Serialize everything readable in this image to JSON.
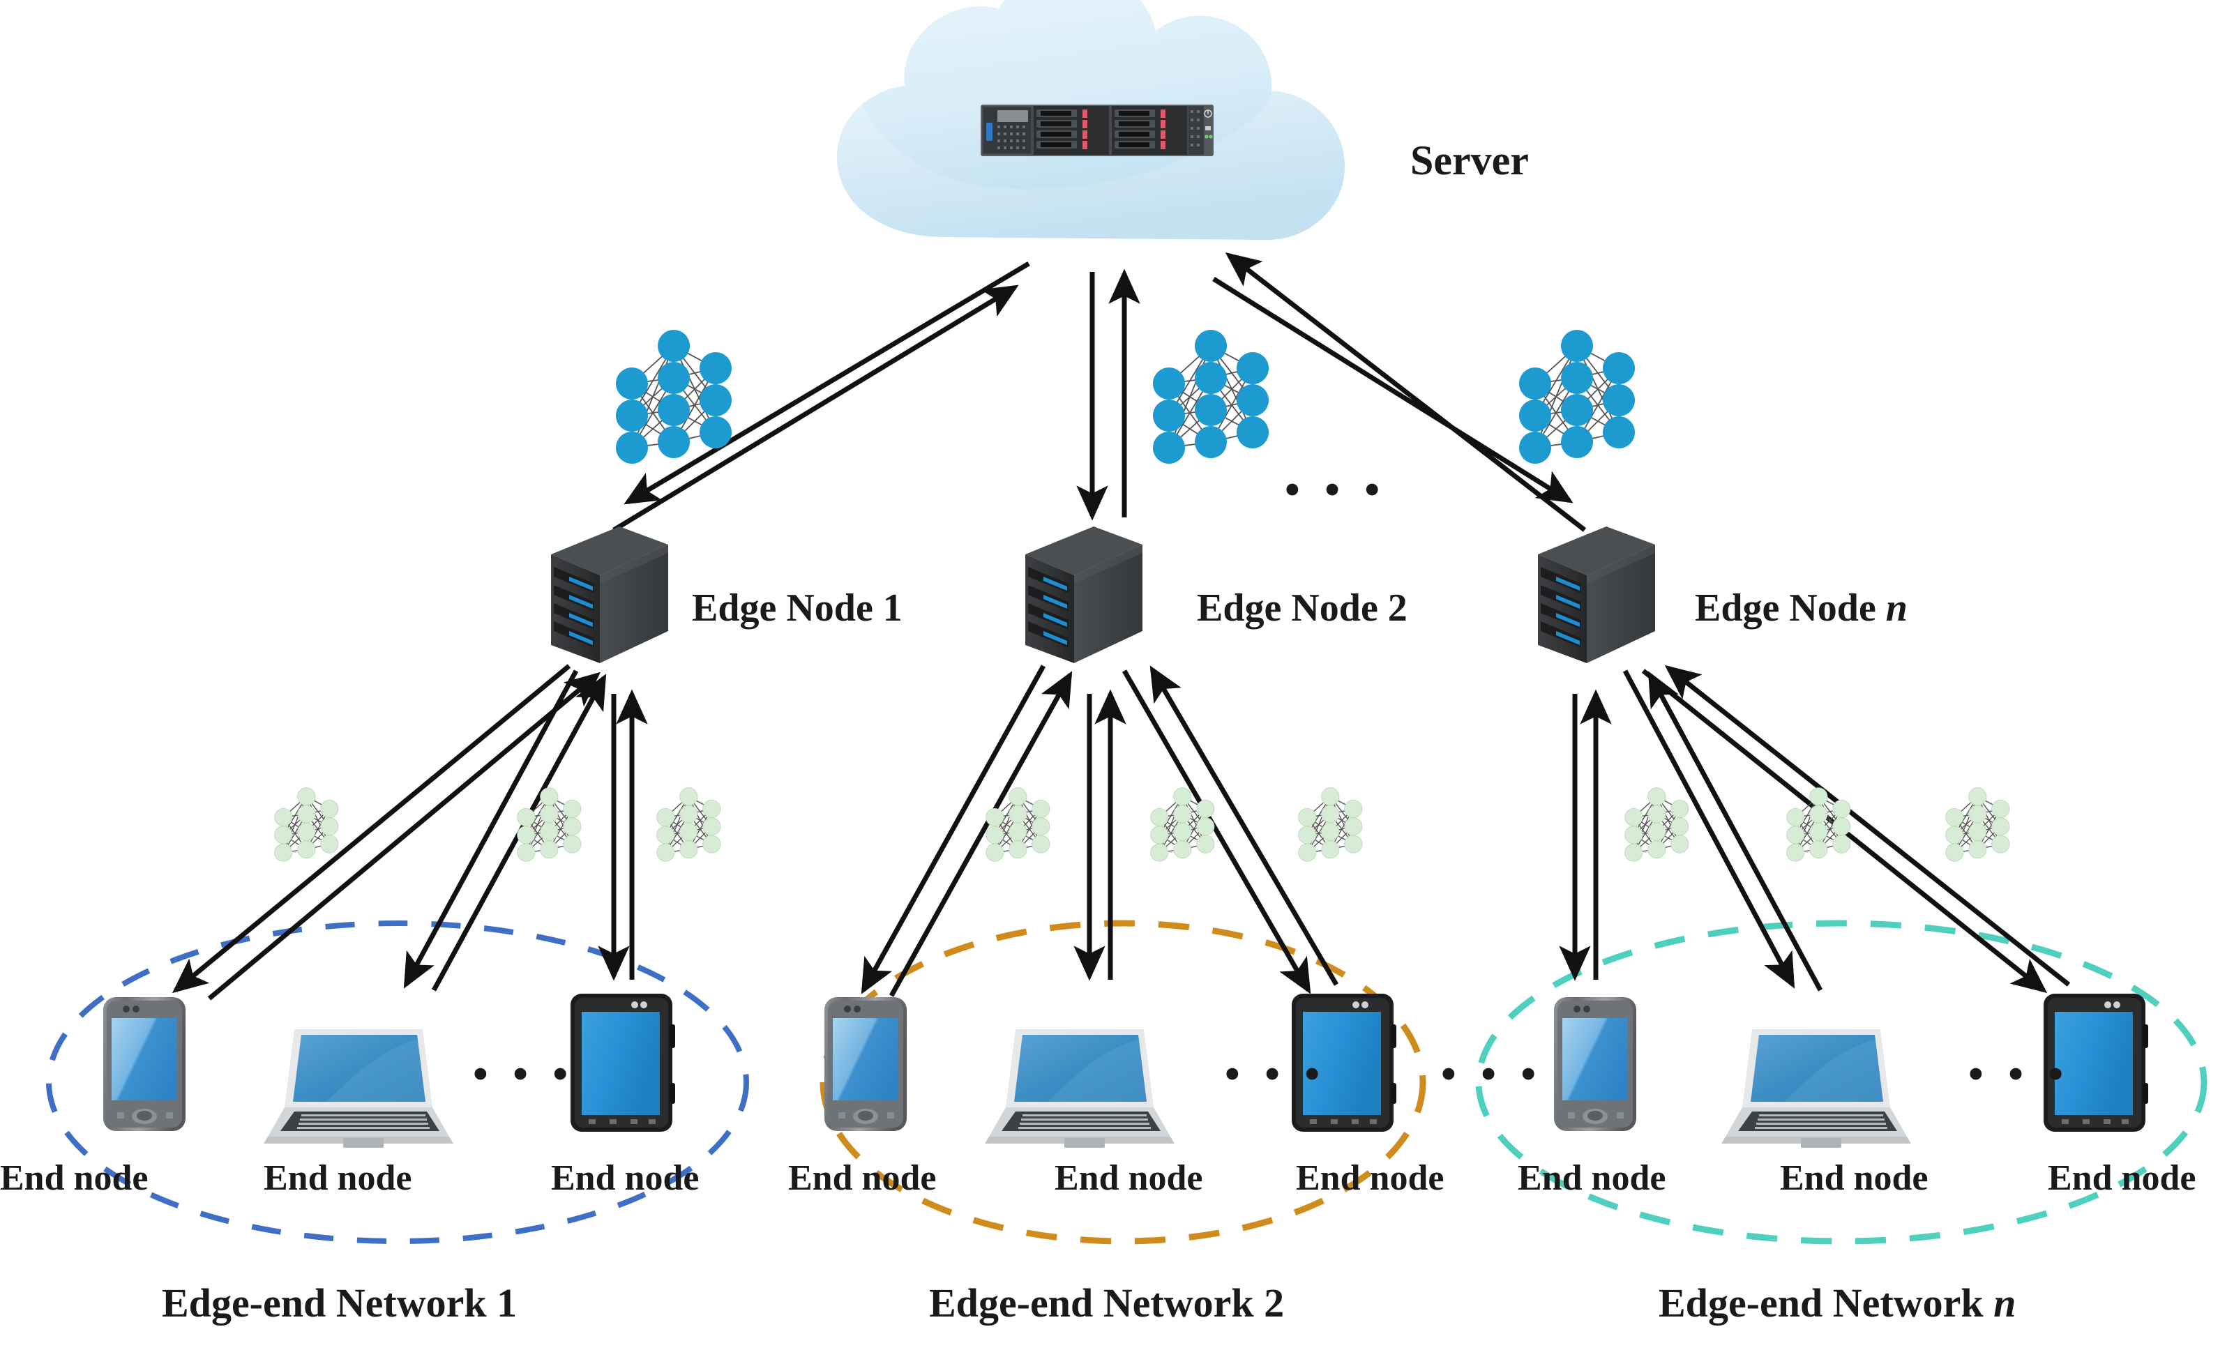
{
  "diagram": {
    "title": "Cloud-Edge-End Hierarchical Federated Learning Architecture",
    "colors": {
      "cloud_fill": "#cfe8f5",
      "cloud_fill_light": "#e8f4fb",
      "nn_blue": "#1d9bd1",
      "nn_green": "#d6ecd4",
      "nn_link": "#555555",
      "server_dark": "#3b3b3b",
      "arrow": "#111111",
      "ellipse_1": "#3f6fc4",
      "ellipse_2": "#cf8c1c",
      "ellipse_3": "#4fd0bf",
      "text": "#1a1a1a"
    }
  },
  "cloud": {
    "label": "Server",
    "icon": "rack-server-icon"
  },
  "edge_nodes": [
    {
      "label_prefix": "Edge Node ",
      "label_suffix": "1",
      "suffix_italic": false,
      "icon": "server-tower-icon"
    },
    {
      "label_prefix": "Edge Node ",
      "label_suffix": "2",
      "suffix_italic": false,
      "icon": "server-tower-icon"
    },
    {
      "label_prefix": "Edge Node ",
      "label_suffix": "n",
      "suffix_italic": true,
      "icon": "server-tower-icon"
    }
  ],
  "edge_ellipsis": "• • •",
  "networks": [
    {
      "title_prefix": "Edge-end Network ",
      "title_suffix": "1",
      "suffix_italic": false,
      "ellipse_color": "#3f6fc4",
      "ellipsis": "• • •",
      "end_nodes": [
        {
          "label": "End node",
          "device": "smartphone-icon"
        },
        {
          "label": "End node",
          "device": "laptop-icon"
        },
        {
          "label": "End node",
          "device": "tablet-icon"
        }
      ]
    },
    {
      "title_prefix": "Edge-end Network ",
      "title_suffix": "2",
      "suffix_italic": false,
      "ellipse_color": "#cf8c1c",
      "ellipsis": "• • •",
      "end_nodes": [
        {
          "label": "End node",
          "device": "smartphone-icon"
        },
        {
          "label": "End node",
          "device": "laptop-icon"
        },
        {
          "label": "End node",
          "device": "tablet-icon"
        }
      ]
    },
    {
      "title_prefix": "Edge-end Network ",
      "title_suffix": "n",
      "suffix_italic": true,
      "ellipse_color": "#4fd0bf",
      "ellipsis": "• • •",
      "end_nodes": [
        {
          "label": "End node",
          "device": "smartphone-icon"
        },
        {
          "label": "End node",
          "device": "laptop-icon"
        },
        {
          "label": "End node",
          "device": "tablet-icon"
        }
      ]
    }
  ],
  "network_separator_ellipsis": "• • •",
  "model_icons": {
    "global_model": "neural-network-icon-blue",
    "local_model": "neural-network-icon-green",
    "blue_count": 3,
    "green_count": 9,
    "layers": [
      3,
      4,
      3
    ]
  }
}
